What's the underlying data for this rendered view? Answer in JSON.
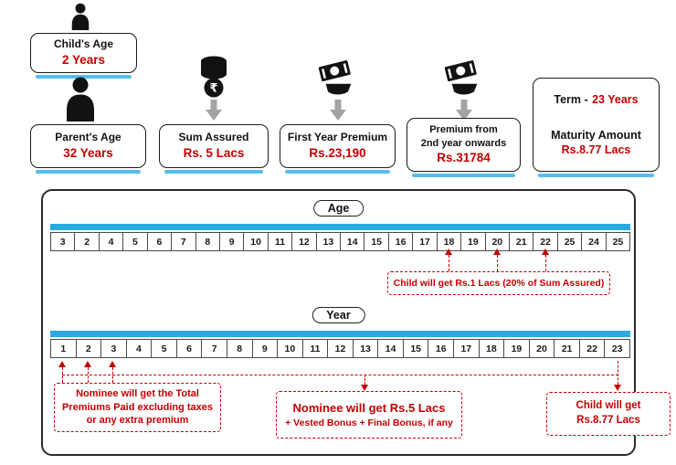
{
  "header_cards": {
    "child": {
      "label": "Child's Age",
      "value": "2 Years"
    },
    "parent": {
      "label": "Parent's Age",
      "value": "32 Years"
    },
    "sum_assured": {
      "label": "Sum Assured",
      "value": "Rs. 5 Lacs"
    },
    "first_year_premium": {
      "label": "First Year Premium",
      "value": "Rs.23,190"
    },
    "premium_from_2nd_year": {
      "label_line1": "Premium from",
      "label_line2": "2nd year onwards",
      "value": "Rs.31784"
    },
    "term": {
      "label": "Term  -",
      "value": "23 Years"
    },
    "maturity": {
      "label": "Maturity Amount",
      "value": "Rs.8.77 Lacs"
    }
  },
  "timeline": {
    "age": {
      "label": "Age",
      "values": [
        3,
        2,
        4,
        5,
        6,
        7,
        8,
        9,
        10,
        11,
        12,
        13,
        14,
        15,
        16,
        17,
        18,
        19,
        20,
        21,
        22,
        25,
        24,
        25
      ]
    },
    "year": {
      "label": "Year",
      "values": [
        1,
        2,
        3,
        4,
        5,
        6,
        7,
        8,
        9,
        10,
        11,
        12,
        13,
        14,
        15,
        16,
        17,
        18,
        19,
        20,
        21,
        22,
        23
      ]
    }
  },
  "annotations": {
    "age_money_back": "Child will get Rs.1 Lacs (20% of Sum Assured)",
    "nominee_premiums": {
      "line1": "Nominee will get the Total",
      "line2": "Premiums Paid excluding taxes",
      "line3": "or any extra premium"
    },
    "nominee_sum_assured": {
      "line1": "Nominee will get Rs.5 Lacs",
      "line2": "+ Vested Bonus + Final Bonus, if any"
    },
    "maturity_payout": {
      "line1": "Child will get",
      "line2": "Rs.8.77 Lacs"
    }
  },
  "colors": {
    "accent_red": "#c40000",
    "accent_blue": "#29abe2",
    "arrow_gray": "#a3a3a3"
  }
}
